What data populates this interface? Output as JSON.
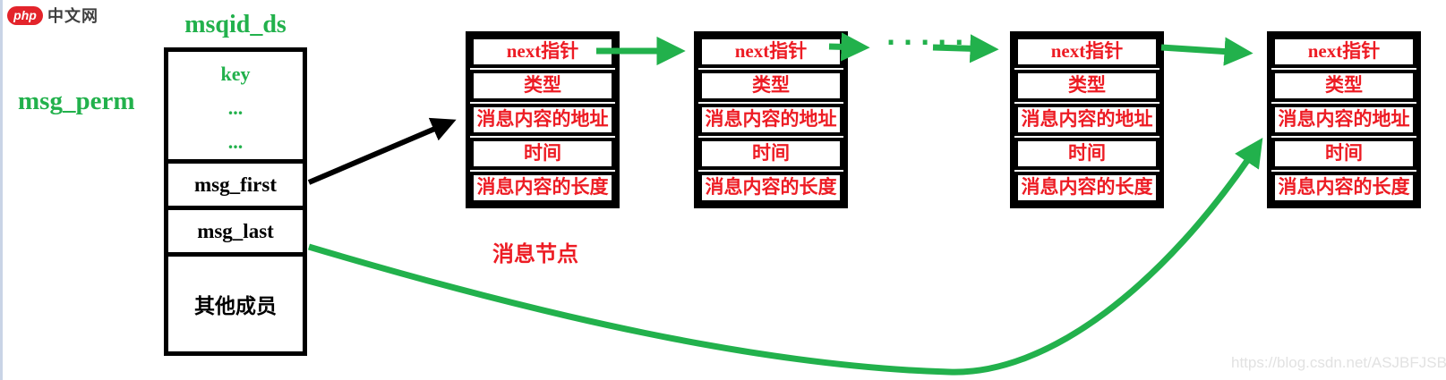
{
  "logo": {
    "badge": "php",
    "text": "中文网"
  },
  "struct": {
    "title": "msqid_ds",
    "perm_label": "msg_perm",
    "fields": [
      "key",
      "...",
      "..."
    ],
    "msg_first": "msg_first",
    "msg_last": "msg_last",
    "others": "其他成员"
  },
  "nodes": {
    "label": "消息节点",
    "count": 4,
    "rows": [
      "next指针",
      "类型",
      "消息内容的地址",
      "时间",
      "消息内容的长度"
    ],
    "ellipsis": "......"
  },
  "watermark": "https://blog.csdn.net/ASJBFJSB",
  "colors": {
    "arrow_green": "#22b14c",
    "node_text_red": "#ed1c24",
    "border_black": "#000000",
    "watermark_gray": "#e2e2e2",
    "logo_red": "#e3242b",
    "page_edge_blue": "#c9d4e6"
  }
}
